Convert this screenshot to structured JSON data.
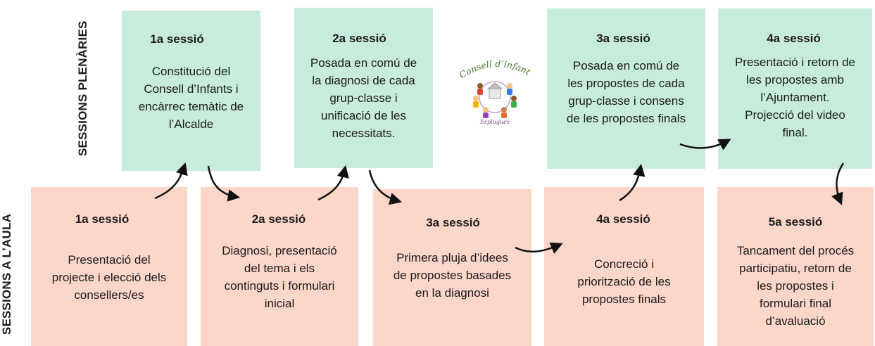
{
  "row_labels": {
    "plenary": "SESSIONS PLENÀRIES",
    "classroom": "SESSIONS A L’AULA"
  },
  "logo": {
    "title": "Consell d’infants",
    "subtitle": "Esplugues"
  },
  "colors": {
    "plenary_box": "#c8ecdb",
    "classroom_box": "#fcd6c9",
    "arrow": "#111111"
  },
  "plenary_sessions": [
    {
      "title": "1a sessió",
      "lines": [
        "Constitució del",
        "Consell d’Infants i",
        "encàrrec temàtic de",
        "l’Alcalde"
      ]
    },
    {
      "title": "2a sessió",
      "lines": [
        "Posada en comú de",
        "la diagnosi de cada",
        "grup-classe i",
        "unificació de les",
        "necessitats."
      ]
    },
    {
      "title": "3a sessió",
      "lines": [
        "Posada en comú de",
        "les propostes de cada",
        "grup-classe i consens",
        "de les propostes finals"
      ]
    },
    {
      "title": "4a sessió",
      "lines": [
        "Presentació i retorn de",
        "les propostes amb",
        "l’Ajuntament.",
        "Projecció del video",
        "final."
      ]
    }
  ],
  "classroom_sessions": [
    {
      "title": "1a sessió",
      "lines": [
        "Presentació del",
        "projecte i elecció dels",
        "consellers/es"
      ]
    },
    {
      "title": "2a sessió",
      "lines": [
        "Diagnosi, presentació",
        "del tema i els",
        "continguts i formulari",
        "inicial"
      ]
    },
    {
      "title": "3a sessió",
      "lines": [
        "Primera pluja d’idees",
        "de propostes basades",
        "en la diagnosi"
      ]
    },
    {
      "title": "4a sessió",
      "lines": [
        "Concreció i",
        "priorització de les",
        "propostes finals"
      ]
    },
    {
      "title": "5a sessió",
      "lines": [
        "Tancament del procés",
        "participatiu, retorn de",
        "les propostes i",
        "formulari final",
        "d’avaluació"
      ]
    }
  ]
}
